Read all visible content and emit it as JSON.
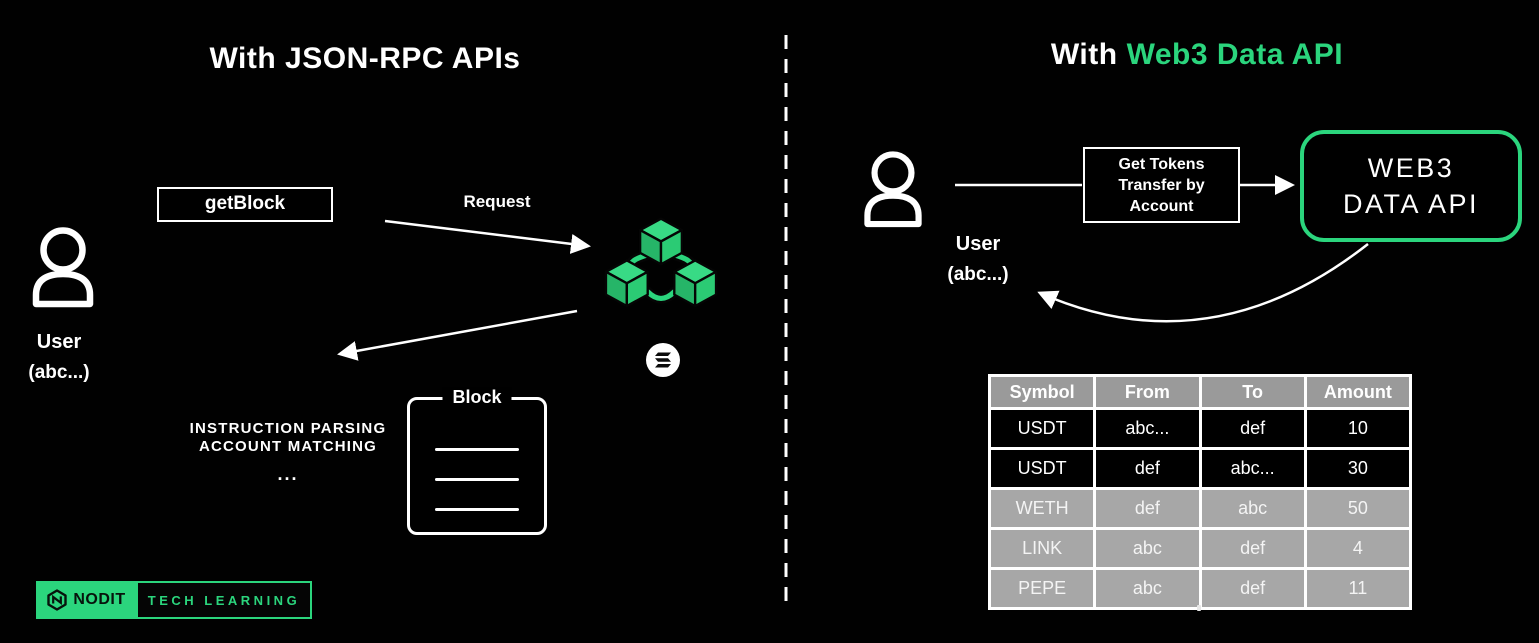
{
  "palette": {
    "background": "#010101",
    "accent_green": "#2BD57D",
    "white": "#FFFFFF",
    "table_header_bg": "#9A9A9A",
    "table_gray_row_bg": "#A7A7A7",
    "table_dark_row_bg": "#000000"
  },
  "left_panel": {
    "title": "With JSON-RPC APIs",
    "get_block_button": "getBlock",
    "request_label": "Request",
    "user": {
      "name": "User",
      "address": "(abc...)"
    },
    "processing_steps": {
      "line1": "INSTRUCTION PARSING",
      "line2": "ACCOUNT MATCHING",
      "line3": "..."
    },
    "block_box_label": "Block"
  },
  "right_panel": {
    "title_prefix": "With",
    "title_accent": "Web3 Data API",
    "user": {
      "name": "User",
      "address": "(abc...)"
    },
    "request_box": {
      "line1": "Get Tokens",
      "line2": "Transfer by",
      "line3": "Account"
    },
    "api_box": {
      "line1": "WEB3",
      "line2": "DATA API"
    },
    "table": {
      "headers": [
        "Symbol",
        "From",
        "To",
        "Amount"
      ],
      "rows": [
        {
          "shade": "dark",
          "cells": [
            "USDT",
            "abc...",
            "def",
            "10"
          ]
        },
        {
          "shade": "dark",
          "cells": [
            "USDT",
            "def",
            "abc...",
            "30"
          ]
        },
        {
          "shade": "gray",
          "cells": [
            "WETH",
            "def",
            "abc",
            "50"
          ]
        },
        {
          "shade": "gray",
          "cells": [
            "LINK",
            "abc",
            "def",
            "4"
          ]
        },
        {
          "shade": "gray",
          "cells": [
            "PEPE",
            "abc",
            "def",
            "11"
          ]
        }
      ]
    }
  },
  "brand": {
    "logo_text": "NODIT",
    "badge_text": "TECH LEARNING"
  },
  "icons": {
    "user_icon": "person-outline",
    "blockchain_icon": "three-linked-cubes",
    "solana_icon": "solana-badge",
    "block_document_icon": "document-with-lines",
    "nodit_logo_icon": "hexagon-mark"
  }
}
